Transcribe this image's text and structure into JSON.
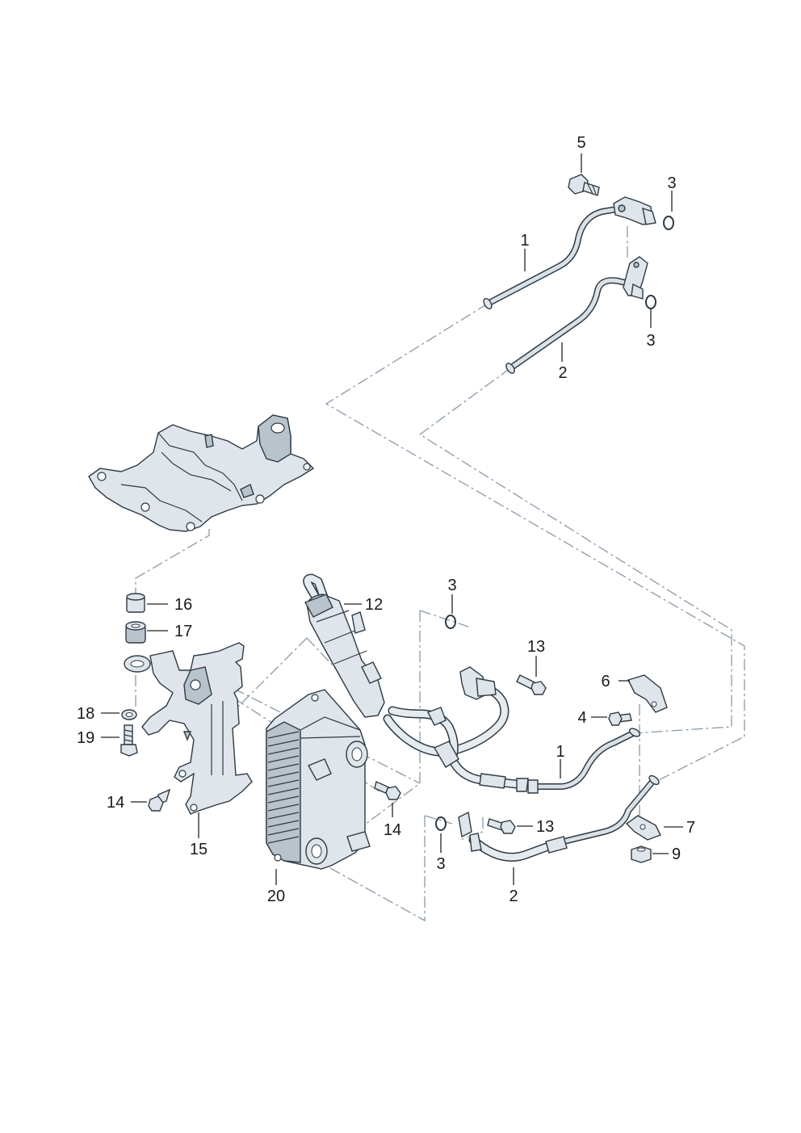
{
  "callouts": [
    {
      "id": "c1",
      "text": "1"
    },
    {
      "id": "c2",
      "text": "2"
    },
    {
      "id": "c3",
      "text": "3"
    },
    {
      "id": "c4",
      "text": "4"
    },
    {
      "id": "c5",
      "text": "5"
    },
    {
      "id": "c6",
      "text": "6"
    },
    {
      "id": "c7",
      "text": "7"
    },
    {
      "id": "c9",
      "text": "9"
    },
    {
      "id": "c12",
      "text": "12"
    },
    {
      "id": "c13",
      "text": "13"
    },
    {
      "id": "c14",
      "text": "14"
    },
    {
      "id": "c15",
      "text": "15"
    },
    {
      "id": "c16",
      "text": "16"
    },
    {
      "id": "c17",
      "text": "17"
    },
    {
      "id": "c18",
      "text": "18"
    },
    {
      "id": "c19",
      "text": "19"
    },
    {
      "id": "c20",
      "text": "20"
    }
  ]
}
